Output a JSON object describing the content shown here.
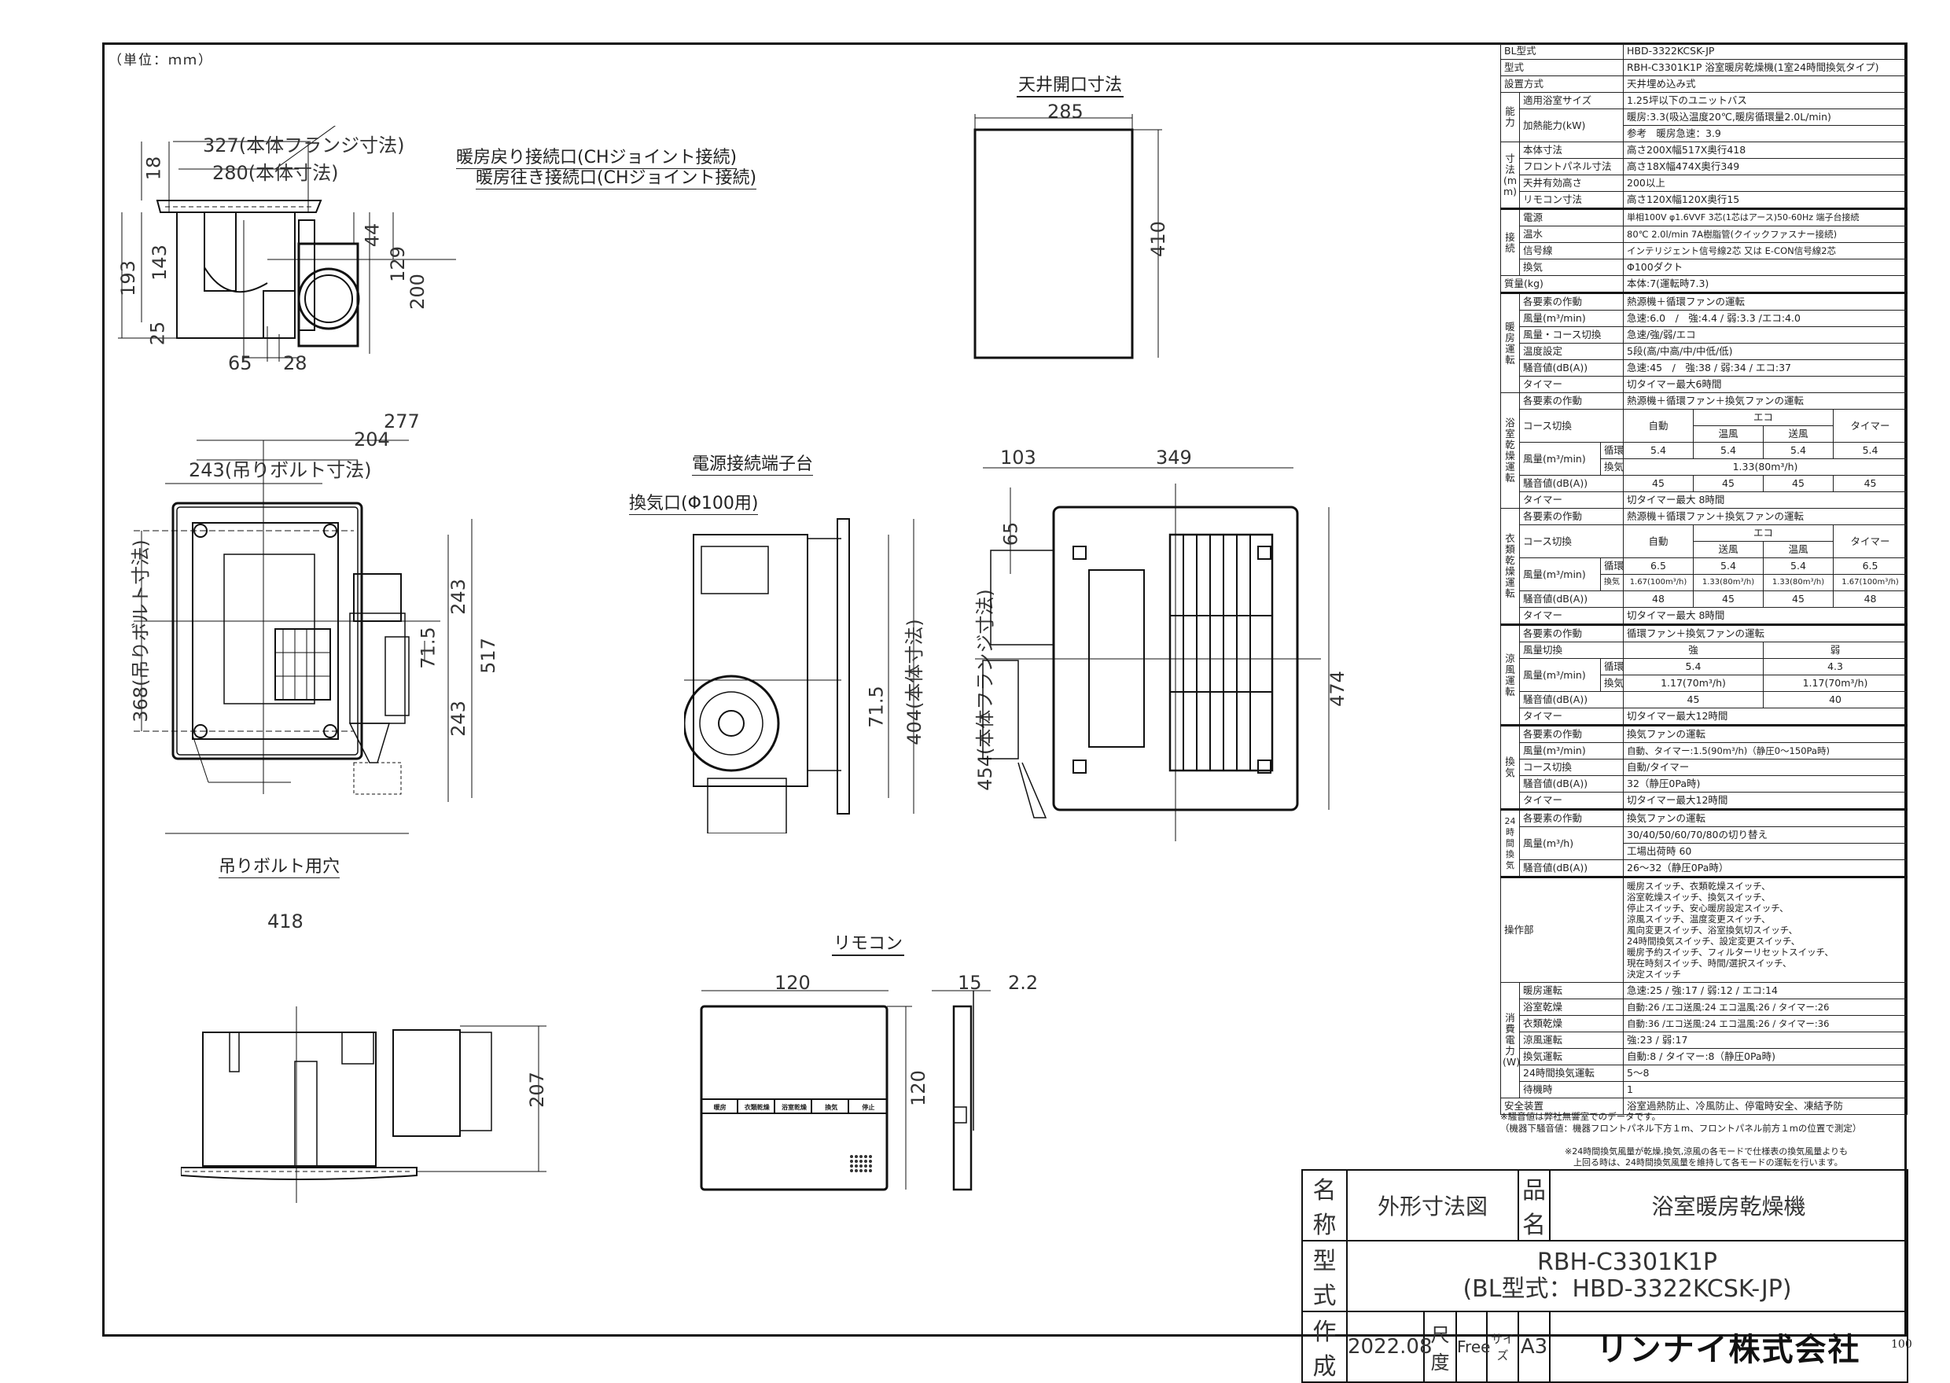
{
  "drawing": {
    "unit_label": "（単位：ｍｍ）",
    "page_number": "100",
    "side_view_top": {
      "dims": {
        "flange_width": "327(本体フランジ寸法)",
        "body_width": "280(本体寸法)",
        "d18": "18",
        "d193": "193",
        "d143": "143",
        "d25": "25",
        "d65": "65",
        "d28": "28",
        "d44": "44",
        "d129": "129",
        "d200": "200"
      },
      "callouts": {
        "heating_return": "暖房戻り接続口(CHジョイント接続)",
        "heating_supply": "暖房往き接続口(CHジョイント接続)"
      }
    },
    "ceiling_opening": {
      "title": "天井開口寸法",
      "width": "285",
      "height": "410"
    },
    "plan_view": {
      "dims": {
        "d277": "277",
        "d204": "204",
        "bolt_width": "243(吊りボルト寸法)",
        "bolt_height": "368(吊りボルト寸法)",
        "d243a": "243",
        "d243b": "243",
        "d517": "517",
        "d71_5": "71.5",
        "d418": "418"
      },
      "callouts": {
        "bolt_hole": "吊りボルト用穴"
      }
    },
    "end_view": {
      "callouts": {
        "terminal": "電源接続端子台",
        "vent": "換気口(Φ100用)"
      },
      "dims": {
        "d71_5": "71.5",
        "body": "404(本体寸法)",
        "flange": "454(本体フランジ寸法)"
      }
    },
    "front_view": {
      "dims": {
        "d103": "103",
        "d349": "349",
        "d65": "65",
        "d474": "474"
      }
    },
    "bottom_side_view": {
      "dims": {
        "d207": "207"
      }
    },
    "remote": {
      "title": "リモコン",
      "dims": {
        "width": "120",
        "height": "120",
        "depth": "15",
        "d2_2": "2.2"
      },
      "buttons": [
        "暖房",
        "衣類乾燥",
        "浴室乾燥",
        "換気",
        "停止"
      ]
    }
  },
  "spec": {
    "bl_model": {
      "label": "BL型式",
      "value": "HBD-3322KCSK-JP"
    },
    "model": {
      "label": "型式",
      "value": "RBH-C3301K1P 浴室暖房乾燥機(1室24時間換気タイプ)"
    },
    "install": {
      "label": "設置方式",
      "value": "天井埋め込み式"
    },
    "capacity": {
      "group": "能力",
      "bath_size": {
        "label": "適用浴室サイズ",
        "value": "1.25坪以下のユニットバス"
      },
      "heating": {
        "label": "加熱能力(kW)",
        "value1": "暖房:3.3(吸込温度20℃,暖房循環量2.0L/min)",
        "value2": "参考　暖房急速：3.9"
      }
    },
    "dimensions": {
      "group": "寸法(mm)",
      "body": {
        "label": "本体寸法",
        "value": "高さ200X幅517X奥行418"
      },
      "panel": {
        "label": "フロントパネル寸法",
        "value": "高さ18X幅474X奥行349"
      },
      "ceiling": {
        "label": "天井有効高さ",
        "value": "200以上"
      },
      "remote": {
        "label": "リモコン寸法",
        "value": "高さ120X幅120X奥行15"
      }
    },
    "connection": {
      "group": "接続",
      "power": {
        "label": "電源",
        "value": "単相100V φ1.6VVF 3芯(1芯はアース)50-60Hz 端子台接続"
      },
      "water": {
        "label": "温水",
        "value": "80℃ 2.0l/min 7A樹脂管(クイックファスナー接続)"
      },
      "signal": {
        "label": "信号線",
        "value": "インテリジェント信号線2芯 又は E-CON信号線2芯"
      },
      "vent": {
        "label": "換気",
        "value": "Φ100ダクト"
      }
    },
    "mass": {
      "label": "質量(kg)",
      "value": "本体:7(運転時7.3)"
    },
    "heating_op": {
      "group": "暖房運転",
      "action": {
        "label": "各要素の作動",
        "value": "熱源機＋循環ファンの運転"
      },
      "airflow": {
        "label": "風量(m³/min)",
        "value": "急速:6.0　/　強:4.4 / 弱:3.3 /エコ:4.0"
      },
      "course": {
        "label": "風量・コース切換",
        "value": "急速/強/弱/エコ"
      },
      "temp": {
        "label": "温度設定",
        "value": "5段(高/中高/中/中低/低)"
      },
      "noise": {
        "label": "騒音値(dB(A))",
        "value": "急速:45　/　強:38 / 弱:34 / エコ:37"
      },
      "timer": {
        "label": "タイマー",
        "value": "切タイマー最大6時間"
      }
    },
    "bath_dry": {
      "group": "浴室乾燥運転",
      "action": {
        "label": "各要素の作動",
        "value": "熱源機＋循環ファン＋換気ファンの運転"
      },
      "course_label": "コース切換",
      "cols": {
        "auto": "自動",
        "eco": "エコ",
        "eco_a": "温風",
        "eco_b": "送風",
        "timer": "タイマー"
      },
      "airflow_label": "風量(m³/min)",
      "circ_label": "循環",
      "vent_label": "換気",
      "circ": [
        "5.4",
        "5.4",
        "5.4",
        "5.4"
      ],
      "vent": "1.33(80m³/h)",
      "noise_label": "騒音値(dB(A))",
      "noise": [
        "45",
        "45",
        "45",
        "45"
      ],
      "timer": {
        "label": "タイマー",
        "value": "切タイマー最大 8時間"
      }
    },
    "cloth_dry": {
      "group": "衣類乾燥運転",
      "action": {
        "label": "各要素の作動",
        "value": "熱源機＋循環ファン＋換気ファンの運転"
      },
      "course_label": "コース切換",
      "cols": {
        "auto": "自動",
        "eco": "エコ",
        "eco_a": "送風",
        "eco_b": "温風",
        "timer": "タイマー"
      },
      "airflow_label": "風量(m³/min)",
      "circ_label": "循環",
      "vent_label": "換気",
      "circ": [
        "6.5",
        "5.4",
        "5.4",
        "6.5"
      ],
      "vent": [
        "1.67(100m³/h)",
        "1.33(80m³/h)",
        "1.33(80m³/h)",
        "1.67(100m³/h)"
      ],
      "noise_label": "騒音値(dB(A))",
      "noise": [
        "48",
        "45",
        "45",
        "48"
      ],
      "timer": {
        "label": "タイマー",
        "value": "切タイマー最大 8時間"
      }
    },
    "cool": {
      "group": "涼風運転",
      "action": {
        "label": "各要素の作動",
        "value": "循環ファン＋換気ファンの運転"
      },
      "switch_label": "風量切換",
      "cols": [
        "強",
        "弱"
      ],
      "airflow_label": "風量(m³/min)",
      "circ_label": "循環",
      "vent_label": "換気",
      "circ": [
        "5.4",
        "4.3"
      ],
      "vent": [
        "1.17(70m³/h)",
        "1.17(70m³/h)"
      ],
      "noise_label": "騒音値(dB(A))",
      "noise": [
        "45",
        "40"
      ],
      "timer": {
        "label": "タイマー",
        "value": "切タイマー最大12時間"
      }
    },
    "ventilation": {
      "group": "換気",
      "action": {
        "label": "各要素の作動",
        "value": "換気ファンの運転"
      },
      "airflow": {
        "label": "風量(m³/min)",
        "value": "自動、タイマー:1.5(90m³/h)（静圧0～150Pa時)"
      },
      "course": {
        "label": "コース切換",
        "value": "自動/タイマー"
      },
      "noise": {
        "label": "騒音値(dB(A))",
        "value": "32（静圧0Pa時)"
      },
      "timer": {
        "label": "タイマー",
        "value": "切タイマー最大12時間"
      }
    },
    "vent24": {
      "group": "24時間換気",
      "action": {
        "label": "各要素の作動",
        "value": "換気ファンの運転"
      },
      "airflow": {
        "label": "風量(m³/h)",
        "value1": "30/40/50/60/70/80の切り替え",
        "value2": "工場出荷時 60"
      },
      "noise": {
        "label": "騒音値(dB(A))",
        "value": "26～32（静圧0Pa時）"
      }
    },
    "controls": {
      "label": "操作部",
      "value": "暖房スイッチ、衣類乾燥スイッチ、\n浴室乾燥スイッチ、換気スイッチ、\n停止スイッチ、安心暖房設定スイッチ、\n涼風スイッチ、温度変更スイッチ、\n風向変更スイッチ、浴室換気切スイッチ、\n24時間換気スイッチ、設定変更スイッチ、\n暖房予約スイッチ、フィルターリセットスイッチ、\n現在時刻スイッチ、時間/選択スイッチ、\n決定スイッチ"
    },
    "power": {
      "group": "消費電力(W)",
      "heating": {
        "label": "暖房運転",
        "value": "急速:25 / 強:17 / 弱:12 / エコ:14"
      },
      "bath": {
        "label": "浴室乾燥",
        "value": "自動:26 /エコ送風:24 エコ温風:26 / タイマー:26"
      },
      "cloth": {
        "label": "衣類乾燥",
        "value": "自動:36 /エコ送風:24 エコ温風:26 / タイマー:36"
      },
      "cool": {
        "label": "涼風運転",
        "value": "強:23 / 弱:17"
      },
      "vent": {
        "label": "換気運転",
        "value": "自動:8 / タイマー:8（静圧0Pa時)"
      },
      "vent24": {
        "label": "24時間換気運転",
        "value": "5～8"
      },
      "standby": {
        "label": "待機時",
        "value": "1"
      }
    },
    "safety": {
      "label": "安全装置",
      "value": "浴室過熱防止、冷風防止、停電時安全、凍結予防"
    },
    "note1": "※騒音値は弊社無響室でのデータです。\n（機器下騒音値：機器フロントパネル下方１m、フロントパネル前方１mの位置で測定）",
    "note2": "※24時間換気風量が乾燥,換気,涼風の各モードで仕様表の換気風量よりも\n　上回る時は、24時間換気風量を維持して各モードの運転を行います。"
  },
  "title_block": {
    "name_label": "名称",
    "name_value": "外形寸法図",
    "product_label": "品名",
    "product_value": "浴室暖房乾燥機",
    "model_label": "型式",
    "model_value": "RBH-C3301K1P\n(BL型式：HBD-3322KCSK-JP)",
    "created_label": "作成",
    "created_value": "2022.08",
    "scale_label": "尺度",
    "scale_value": "Free",
    "size_label": "サイズ",
    "size_value": "A3",
    "company": "リンナイ株式会社"
  }
}
